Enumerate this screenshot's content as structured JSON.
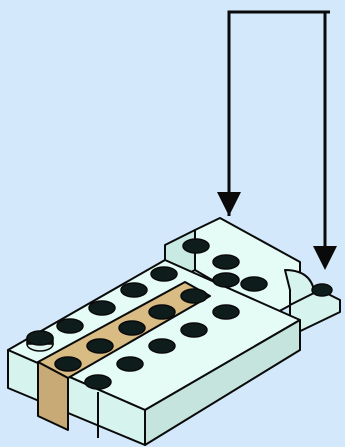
{
  "illustration": {
    "subject": "lego-brick-assembly-instruction",
    "colors": {
      "background": "#d3e9fb",
      "brick_light": "#d6f3ee",
      "brick_light_top": "#e4fbf6",
      "brick_tan": "#c7aa76",
      "brick_tan_top": "#d9bc84",
      "stud_dark": "#0f1c1c",
      "outline": "#0a0a0a"
    },
    "callouts": [
      {
        "name": "arrow-to-rear-stud-left",
        "icon": "down-arrow-icon"
      },
      {
        "name": "arrow-to-rear-stud-right",
        "icon": "down-arrow-icon"
      }
    ]
  }
}
